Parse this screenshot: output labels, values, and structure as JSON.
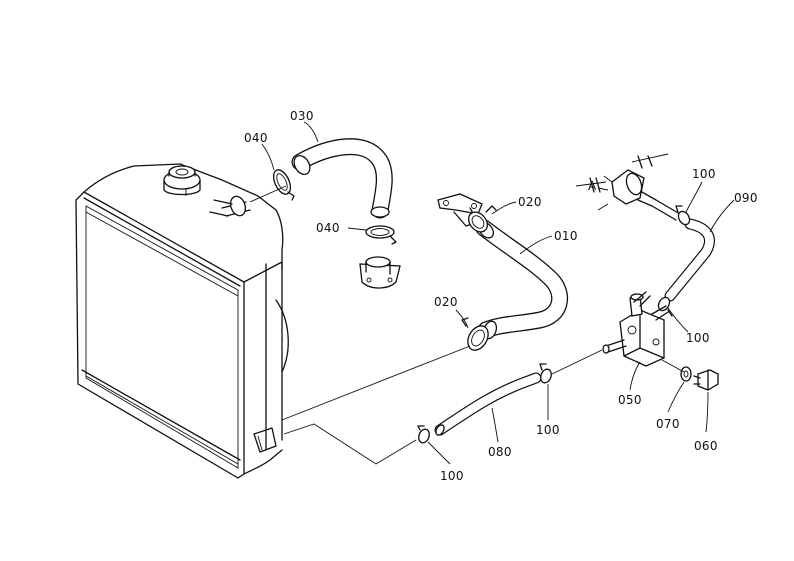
{
  "parts": [
    {
      "id": "p010",
      "label": "010"
    },
    {
      "id": "p020a",
      "label": "020"
    },
    {
      "id": "p020b",
      "label": "020"
    },
    {
      "id": "p030",
      "label": "030"
    },
    {
      "id": "p040a",
      "label": "040"
    },
    {
      "id": "p040b",
      "label": "040"
    },
    {
      "id": "p050",
      "label": "050"
    },
    {
      "id": "p060",
      "label": "060"
    },
    {
      "id": "p070",
      "label": "070"
    },
    {
      "id": "p080",
      "label": "080"
    },
    {
      "id": "p090",
      "label": "090"
    },
    {
      "id": "p100a",
      "label": "100"
    },
    {
      "id": "p100b",
      "label": "100"
    },
    {
      "id": "p100c",
      "label": "100"
    },
    {
      "id": "p100d",
      "label": "100"
    }
  ]
}
